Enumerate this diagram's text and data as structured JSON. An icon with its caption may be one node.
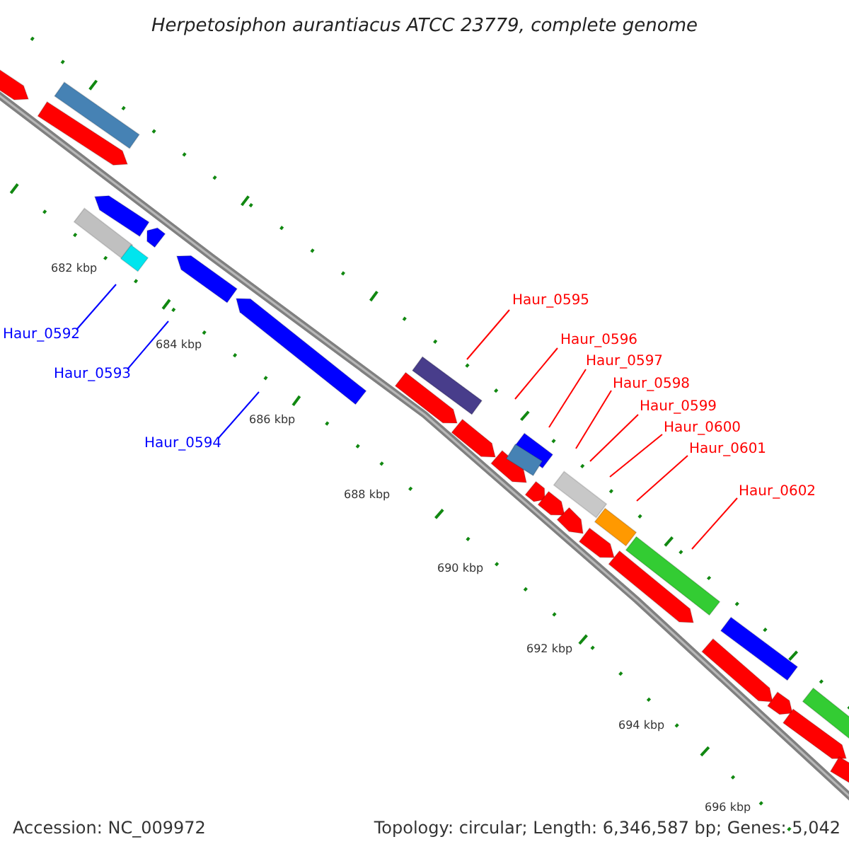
{
  "diagram": {
    "title": "Herpetosiphon aurantiacus ATCC 23779, complete genome",
    "nodes": [
      {
        "text": [
          "Haur_0592"
        ]
      },
      {
        "text": [
          "Haur_0593"
        ]
      },
      {
        "text": [
          "Haur_0594"
        ]
      },
      {
        "text": [
          "Haur_0595"
        ]
      },
      {
        "text": [
          "Haur_0596"
        ]
      },
      {
        "text": [
          "Haur_0597"
        ]
      },
      {
        "text": [
          "Haur_0598"
        ]
      },
      {
        "text": [
          "Haur_0599"
        ]
      },
      {
        "text": [
          "Haur_0600"
        ]
      },
      {
        "text": [
          "Haur_0601"
        ]
      },
      {
        "text": [
          "Haur_0602"
        ]
      }
    ],
    "edges": [
      {
        "from": 0,
        "to": null,
        "arrow": "none",
        "color": "#0000ff"
      },
      {
        "from": 1,
        "to": null,
        "arrow": "none",
        "color": "#0000ff"
      },
      {
        "from": 2,
        "to": null,
        "arrow": "none",
        "color": "#0000ff"
      },
      {
        "from": 3,
        "to": null,
        "arrow": "none"
      },
      {
        "from": 4,
        "to": null,
        "arrow": "none"
      },
      {
        "from": 5,
        "to": null,
        "arrow": "none"
      },
      {
        "from": 6,
        "to": null,
        "arrow": "none"
      },
      {
        "from": 7,
        "to": null,
        "arrow": "none"
      },
      {
        "from": 8,
        "to": null,
        "arrow": "none"
      },
      {
        "from": 9,
        "to": null,
        "arrow": "none"
      },
      {
        "from": 10,
        "to": null,
        "arrow": "none"
      }
    ],
    "labels": [
      "682 kbp",
      "684 kbp",
      "686 kbp",
      "688 kbp",
      "690 kbp",
      "692 kbp",
      "694 kbp",
      "696 kbp",
      "Accession: NC_009972",
      "Topology: circular; Length: 6,346,587 bp; Genes: 5,042"
    ]
  }
}
